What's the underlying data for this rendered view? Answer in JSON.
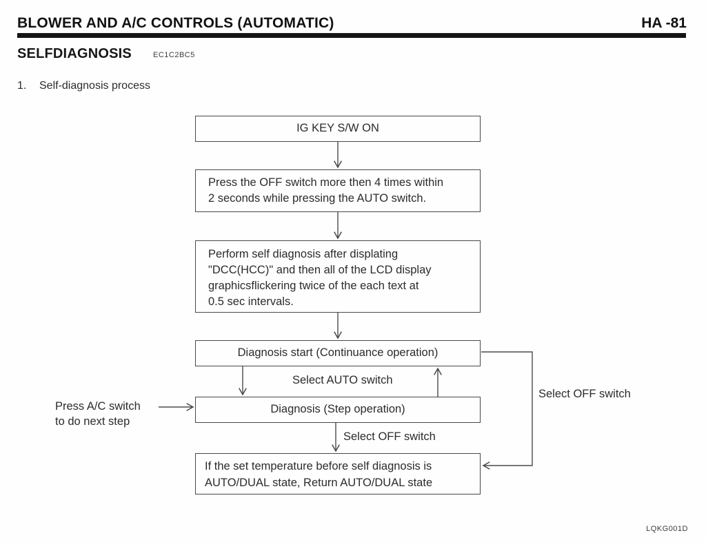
{
  "header": {
    "title": "BLOWER AND A/C CONTROLS (AUTOMATIC)",
    "page_number": "HA -81"
  },
  "section": {
    "heading": "SELFDIAGNOSIS",
    "heading_code": "EC1C2BC5"
  },
  "intro": {
    "item_number": "1.",
    "item_text": "Self-diagnosis process"
  },
  "flowchart": {
    "boxes": [
      {
        "name": "ig-key-on",
        "lines": [
          "IG KEY S/W ON"
        ]
      },
      {
        "name": "press-off-switch",
        "lines": [
          "Press the OFF switch more then 4 times within",
          "2 seconds while pressing the AUTO switch."
        ]
      },
      {
        "name": "perform-self-diagnosis",
        "lines": [
          "Perform self diagnosis after displating",
          "\"DCC(HCC)\" and then all of the LCD display",
          "graphicsflickering twice of the each text at",
          "0.5 sec intervals."
        ]
      },
      {
        "name": "diagnosis-start",
        "lines": [
          "Diagnosis start (Continuance operation)"
        ]
      },
      {
        "name": "diagnosis-step",
        "lines": [
          "Diagnosis (Step operation)"
        ]
      },
      {
        "name": "return-auto-dual",
        "lines": [
          "If the set temperature before self diagnosis is",
          "AUTO/DUAL state, Return AUTO/DUAL state"
        ]
      }
    ],
    "labels": {
      "select_auto": "Select AUTO switch",
      "select_off_step": "Select OFF switch",
      "select_off_loop": "Select OFF switch",
      "press_ac_line1": "Press A/C switch",
      "press_ac_line2": "to do next step"
    },
    "line_color": "#4a4a4a"
  },
  "footer": {
    "figure_code": "LQKG001D"
  }
}
